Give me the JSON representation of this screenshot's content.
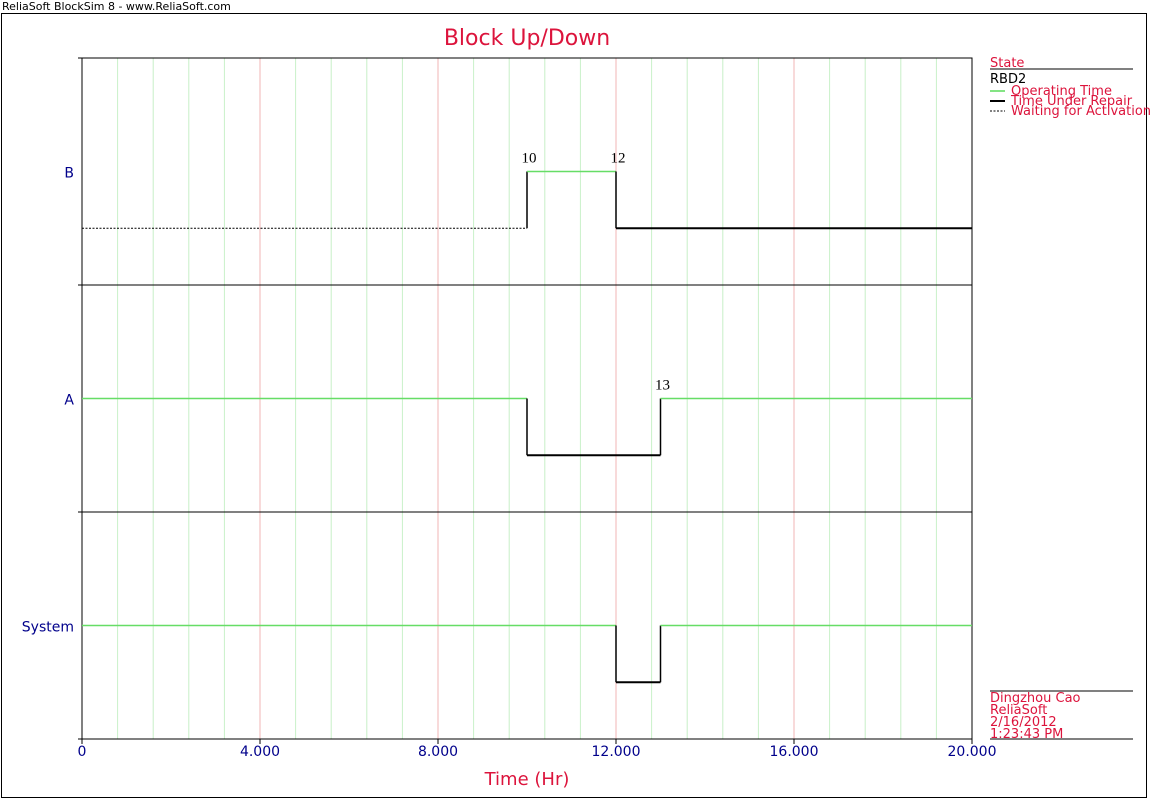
{
  "window": {
    "title": "ReliaSoft BlockSim 8 - www.ReliaSoft.com"
  },
  "chart_data": {
    "type": "line",
    "title": "Block Up/Down",
    "xlabel": "Time (Hr)",
    "xlim": [
      0,
      20
    ],
    "x_ticks": [
      0,
      4,
      8,
      12,
      16,
      20
    ],
    "x_tick_labels": [
      "0",
      "4.000",
      "8.000",
      "12.000",
      "16.000",
      "20.000"
    ],
    "minor_grid_step": 0.8,
    "grid": true,
    "rows": [
      {
        "name": "B",
        "segments": [
          {
            "state": "waiting",
            "start": 0,
            "end": 10
          },
          {
            "state": "operating",
            "start": 10,
            "end": 12
          },
          {
            "state": "repair",
            "start": 12,
            "end": 20
          }
        ],
        "annotations": [
          {
            "x": 10,
            "text": "10"
          },
          {
            "x": 12,
            "text": "12"
          }
        ]
      },
      {
        "name": "A",
        "segments": [
          {
            "state": "operating",
            "start": 0,
            "end": 10
          },
          {
            "state": "repair",
            "start": 10,
            "end": 13
          },
          {
            "state": "operating",
            "start": 13,
            "end": 20
          }
        ],
        "annotations": [
          {
            "x": 13,
            "text": "13"
          }
        ]
      },
      {
        "name": "System",
        "segments": [
          {
            "state": "operating",
            "start": 0,
            "end": 12
          },
          {
            "state": "repair",
            "start": 12,
            "end": 13
          },
          {
            "state": "operating",
            "start": 13,
            "end": 20
          }
        ],
        "annotations": []
      }
    ],
    "legend": {
      "placement": "top-right",
      "header": "State",
      "subtitle": "RBD2",
      "entries": [
        {
          "state": "operating",
          "label": "Operating Time"
        },
        {
          "state": "repair",
          "label": "Time Under Repair"
        },
        {
          "state": "waiting",
          "label": "Waiting for Activation"
        }
      ]
    },
    "footer": {
      "lines": [
        "Dingzhou Cao",
        "ReliaSoft",
        "2/16/2012",
        "1:23:43 PM"
      ]
    },
    "colors": {
      "operating": "#66dd66",
      "repair": "#000000",
      "waiting": "#000000",
      "title": "#dc143c",
      "axis_text": "#00008b",
      "major_grid": "#f0b4b4",
      "minor_grid": "#c8f0c8"
    }
  }
}
